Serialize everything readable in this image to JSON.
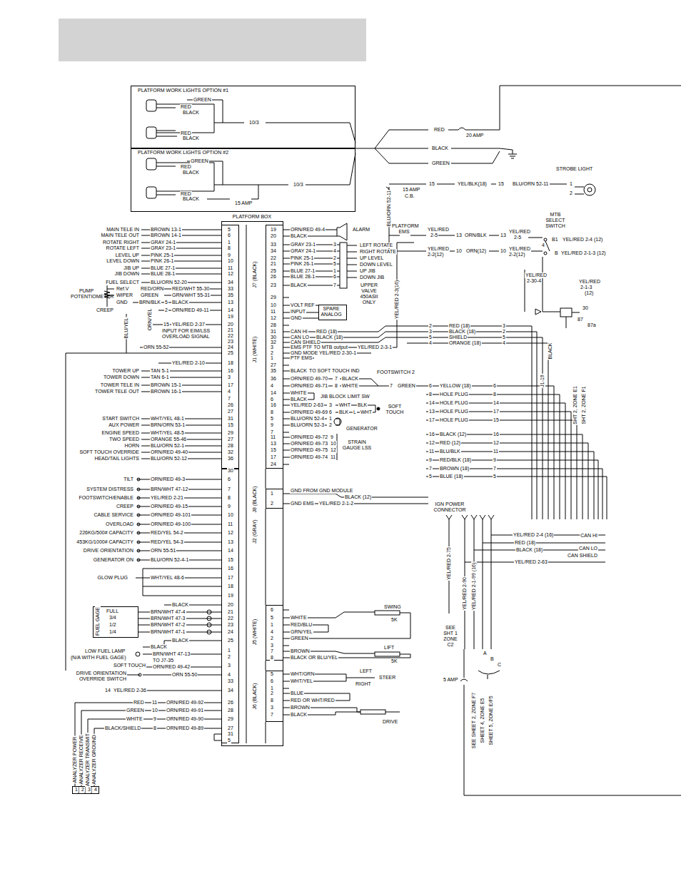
{
  "diagram": {
    "nodes": [
      {
        "text": [
          "PLATFORM WORK LIGHTS OPTION #1"
        ]
      },
      {
        "text": [
          "PLATFORM WORK LIGHTS OPTION #2"
        ]
      },
      {
        "text": [
          "PLATFORM BOX"
        ]
      },
      {
        "text": [
          "J1 (WHITE)"
        ],
        "in": 2
      },
      {
        "text": [
          "J7 (BLACK)"
        ],
        "in": 2
      },
      {
        "text": [
          "J8 (BLACK)"
        ],
        "in": 2
      },
      {
        "text": [
          "J2 (GRAY)"
        ],
        "in": 2
      },
      {
        "text": [
          "J5 (WHITE)"
        ],
        "in": 2
      },
      {
        "text": [
          "J6 (BLACK)"
        ],
        "in": 2
      },
      {
        "text": [
          "SPARE ANALOG"
        ]
      },
      {
        "text": [
          "FUEL GAGE",
          "FULL",
          "3/4",
          "1/2",
          "1/4"
        ]
      },
      {
        "text": [
          "1",
          "2",
          "3",
          "4"
        ]
      }
    ],
    "edges": [
      {
        "from": 4,
        "to": 9,
        "arrow": "none"
      }
    ],
    "labels": [
      "GREEN",
      "RED",
      "BLACK",
      "10/3",
      "RED",
      "BLACK",
      "GREEN",
      "RED",
      "BLACK",
      "10/3",
      "RED",
      "BLACK",
      "15 AMP",
      "RED",
      "20 AMP",
      "BLACK",
      "GREEN",
      "15",
      "YEL/BLK(18)",
      "15",
      "BLU/ORN 52-11",
      "STROBE LIGHT",
      "1",
      "2",
      "BLU/ORN 52-11",
      "15 AMP",
      "C.B.",
      "PLATFORM EMS",
      "YEL/RED",
      "2-5",
      "13",
      "ORN/BLK",
      "13",
      "YEL/RED",
      "2-5",
      "MTB SELECT SWITCH",
      "B1",
      "YEL/RED 2-4 (12)",
      "4",
      "YEL/RED",
      "2-2(12)",
      "10",
      "ORN(12)",
      "10",
      "YEL/RED",
      "2-2(12)",
      "B",
      "YEL/RED 2-1-3 (12)",
      "YEL/RED",
      "2-30-4",
      "YEL/RED",
      "2-1-3",
      "(12)",
      "30",
      "87",
      "87a",
      "BLACK",
      "J1-19",
      "SHT 2, ZONE E1",
      "SHT 2, ZONE F1",
      "19",
      "ORN/RED 49-4",
      "ALARM",
      "20",
      "BLACK",
      "33",
      "GRAY 23-1",
      "3",
      "34",
      "GRAY 24-1",
      "4",
      "22",
      "PINK 25-1",
      "2",
      "21",
      "PINK 26-1",
      "5",
      "25",
      "BLUE 27-1",
      "1",
      "26",
      "BLUE 28-1",
      "6",
      "23",
      "BLACK",
      "7",
      "LEFT ROTATE",
      "RIGHT ROTATE",
      "UP LEVEL",
      "DOWN LEVEL",
      "UP JIB",
      "DOWN JIB",
      "UPPER VALVE 450ASII ONLY",
      "29",
      "10",
      "VOLT REF",
      "11",
      "INPUT",
      "12",
      "GND",
      "28",
      "31",
      "CAN HI",
      "RED (18)",
      "30",
      "CAN LO",
      "BLACK (18)",
      "32",
      "CAN SHIELD",
      "3",
      "EMS PTF TO MTB output",
      "YEL/RED 2-3-1",
      "2",
      "GND MODE",
      "YEL/RED 2-30-1",
      "1",
      "PTF EMS",
      "27",
      "35",
      "BLACK",
      "TO SOFT TOUCH IND",
      "FOOTSWITCH 2",
      "36",
      "ORN/RED 49-70",
      "7",
      "BLACK",
      "4",
      "ORN/RED 49-71",
      "8",
      "WHITE",
      "7",
      "GREEN",
      "14",
      "WHITE",
      "JIB BLOCK LIMIT SW",
      "6",
      "BLACK",
      "16",
      "YEL/RED 2-63",
      "3",
      "WHT",
      "BLK",
      "SOFT TOUCH",
      "8",
      "ORN/RED 49-69",
      "6",
      "BLK",
      "L",
      "WHT",
      "5",
      "BLU/ORN 52-4",
      "1",
      "9",
      "BLU/ORN 52-3",
      "2",
      "GENERATOR",
      "7",
      "11",
      "ORN/RED 49-72",
      "9",
      "13",
      "ORN/RED 49-73",
      "10",
      "15",
      "ORN/RED 49-75",
      "12",
      "17",
      "ORN/RED 49-74",
      "11",
      "STRAIN GAUGE LSS",
      "24",
      "YEL/RED 2-3(16)",
      "2",
      "RED (18)",
      "3",
      "3",
      "BLACK (18)",
      "2",
      "5",
      "SHIELD",
      "5",
      "4",
      "ORANGE (18)",
      "4",
      "6",
      "YELLOW (18)",
      "6",
      "8",
      "HOLE PLUG",
      "8",
      "14",
      "HOLE PLUG",
      "14",
      "13",
      "HOLE PLUG",
      "17",
      "17",
      "HOLE PLUG",
      "15",
      "16",
      "BLACK (12)",
      "16",
      "12",
      "RED (12)",
      "12",
      "11",
      "BLU/BLK",
      "11",
      "9",
      "RED/BLK (18)",
      "9",
      "7",
      "BROWN (18)",
      "7",
      "5",
      "BLUE (18)",
      "5",
      "1",
      "GND FROM GND MODULE",
      "BLACK (12)",
      "2",
      "GND EMS",
      "YEL/RED 2-1-2",
      "IGN POWER CONNECTOR",
      "YEL/RED 2-4 (16)",
      "CAN HI",
      "RED (18)",
      "CAN LO",
      "BLACK (18)",
      "CAN SHIELD",
      "YEL/RED 2-63",
      "YEL/RED 2-75",
      "YEL/RED 2-90",
      "YEL/RED 2-1-99 (16)",
      "SEE SHT 1 ZONE C2",
      "A",
      "B",
      "C",
      "5 AMP",
      "SEE SHEET 2, ZONE F7",
      "SHEET 4, ZONE E5",
      "SHEET 5, ZONE E/F5",
      "MAIN TELE IN",
      "BROWN 13-1",
      "5",
      "MAIN TELE OUT",
      "BROWN 14-1",
      "6",
      "ROTATE RIGHT",
      "GRAY 24-1",
      "1",
      "ROTATE LEFT",
      "GRAY 23-1",
      "8",
      "LEVEL UP",
      "PINK 25-1",
      "9",
      "LEVEL DOWN",
      "PINK 26-1",
      "10",
      "JIB UP",
      "BLUE 27-1",
      "11",
      "JIB DOWN",
      "BLUE 28-1",
      "12",
      "FUEL SELECT",
      "BLU/ORN 52-20",
      "34",
      "Ref.V",
      "RED/ORN",
      "RED/WHT 55-30",
      "33",
      "WIPER",
      "GREEN",
      "GRN/WHT 55-31",
      "35",
      "PUMP POTENTIOMETER",
      "GND",
      "BRN/BLK",
      "5",
      "BLACK",
      "13",
      "CREEP",
      "2",
      "ORN/RED 49-11",
      "14",
      "19",
      "15",
      "YEL/RED 2-37",
      "20",
      "INPUT FOR EIM/LSS OVERLOAD SIGNAL",
      "21",
      "22",
      "23",
      "ORN 55-52",
      "24",
      "25",
      "BLU/YEL",
      "ORN/YEL",
      "YEL/RED 2-10",
      "18",
      "TOWER UP",
      "TAN 5-1",
      "16",
      "TOWER DOWN",
      "TAN 6-1",
      "3",
      "TOWER TELE IN",
      "BROWN 15-1",
      "17",
      "TOWER TELE OUT",
      "BROWN 16-1",
      "4",
      "7",
      "26",
      "27",
      "START SWITCH",
      "WHT/YEL 48-1",
      "31",
      "AUX POWER",
      "BRN/ORN 53-1",
      "15",
      "ENGINE SPEED",
      "WHT/YEL 48-5",
      "29",
      "TWO SPEED",
      "ORANGE 55-46",
      "27",
      "HORN",
      "BLU/ORN 52-1",
      "28",
      "SOFT TOUCH OVERRIDE",
      "ORN/RED 49-40",
      "32",
      "HEAD/TAIL LIGHTS",
      "BLU/ORN 52-12",
      "36",
      "30",
      "TILT",
      "ORN/RED 49-3",
      "6",
      "SYSTEM DISTRESS",
      "BRN/WHT 47-12",
      "7",
      "FOOTSWITCH/ENABLE",
      "YEL/RED 2-21",
      "8",
      "CREEP",
      "ORN/RED 49-15",
      "9",
      "CABLE SERVICE",
      "ORN/RED 49-101",
      "10",
      "OVERLOAD",
      "ORN/RED 49-100",
      "11",
      "226KG/500# CAPACITY",
      "RED/YEL 54-2",
      "12",
      "453KG/1000# CAPACITY",
      "RED/YEL 54-3",
      "13",
      "DRIVE ORIENTATION",
      "ORN 55-51",
      "14",
      "GENERATOR ON",
      "BLU/ORN 52-4-1",
      "15",
      "16",
      "GLOW PLUG",
      "WHT/YEL 48-6",
      "17",
      "18",
      "19",
      "BLACK",
      "20",
      "BRN/WHT 47-4",
      "21",
      "BRN/WHT 47-3",
      "22",
      "BRN/WHT 47-2",
      "23",
      "BRN/WHT 47-1",
      "24",
      "BLACK",
      "25",
      "BLACK",
      "LOW FUEL LAMP",
      "(N/A WITH FUEL GAGE)",
      "BRN/WHT 47-13",
      "1",
      "2",
      "TO J7-35",
      "SOFT TOUCH",
      "ORN/RED 49-42",
      "3",
      "DRIVE ORIENTATION OVERRIDE SWITCH",
      "ORN 55-50",
      "4",
      "33",
      "14",
      "YEL/RED 2-36",
      "34",
      "RED",
      "11",
      "ORN/RED 49-92",
      "26",
      "GREEN",
      "10",
      "ORN/RED 49-91",
      "28",
      "WHITE",
      "9",
      "ORN/RED 49-90",
      "29",
      "BLACK/SHIELD",
      "8",
      "ORN/RED 49-89",
      "27",
      "31",
      "5",
      "ANALYZER POWER",
      "ANALYZER RECEIVE",
      "ANALYZER TRANSMIT",
      "ANALYZER GROUND",
      "6",
      "5",
      "WHITE",
      "1",
      "RED/BLU",
      "4",
      "GRN/YEL",
      "2",
      "GREEN",
      "3",
      "7",
      "BROWN",
      "8",
      "BLACK OR BLU/YEL",
      "SWING",
      "5K",
      "LIFT",
      "5K",
      "5",
      "WHT/GRN",
      "6",
      "WHT/YEL",
      "1",
      "2",
      "BLUE",
      "8",
      "RED OR WHT/RED",
      "3",
      "BROWN",
      "7",
      "BLACK",
      "LEFT",
      "RIGHT",
      "STEER",
      "DRIVE"
    ]
  }
}
